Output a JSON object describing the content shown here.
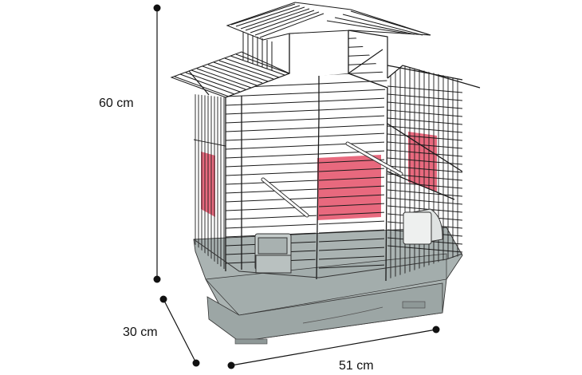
{
  "diagram": {
    "subject": "Bird cage with dimensions",
    "dimensions": {
      "height": {
        "label": "60 cm",
        "value": 60,
        "unit": "cm"
      },
      "depth": {
        "label": "30 cm",
        "value": 30,
        "unit": "cm"
      },
      "width": {
        "label": "51 cm",
        "value": 51,
        "unit": "cm"
      }
    },
    "colors": {
      "wire": "#1a1a1a",
      "tray": "#aab3b2",
      "tray_dark": "#939d9c",
      "panel_pink": "#e8697e",
      "dimension_line": "#111111"
    },
    "components": [
      "roof-upper",
      "roof-left",
      "roof-right",
      "wire-front",
      "wire-left-side",
      "wire-right-side",
      "pink-panel-left",
      "pink-panel-center",
      "pink-panel-right",
      "perch-left",
      "perch-right",
      "feeder-left",
      "feeder-right",
      "base-tray"
    ]
  }
}
